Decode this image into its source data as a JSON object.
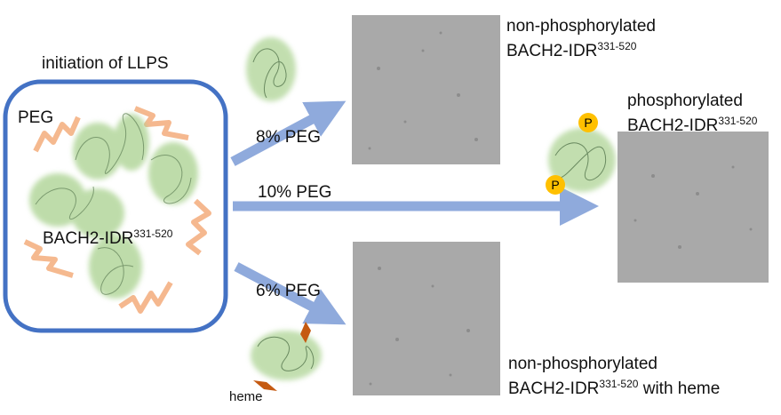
{
  "title": "initiation of LLPS",
  "box": {
    "peg_label": "PEG",
    "protein_label": "BACH2-IDR",
    "protein_superscript": "331-520"
  },
  "arrows": [
    {
      "label": "8% PEG"
    },
    {
      "label": "10% PEG"
    },
    {
      "label": "6% PEG"
    }
  ],
  "panels": {
    "top": {
      "line1": "non-phosphorylated",
      "line2": "BACH2-IDR",
      "sup": "331-520",
      "suffix": ""
    },
    "right": {
      "line1": "phosphorylated",
      "line2": "BACH2-IDR",
      "sup": "331-520",
      "suffix": ""
    },
    "bottom": {
      "line1": "non-phosphorylated",
      "line2": "BACH2-IDR",
      "sup": "331-520",
      "suffix": " with heme"
    }
  },
  "phospho_label": "P",
  "heme_label": "heme",
  "colors": {
    "box": "#4472C4",
    "arrow": "#8FAADC",
    "peg": "#F4B183",
    "protein": "#A9D18E",
    "phospho": "#FFC000",
    "heme": "#C55A11",
    "micrograph": "#A9A9A9"
  }
}
